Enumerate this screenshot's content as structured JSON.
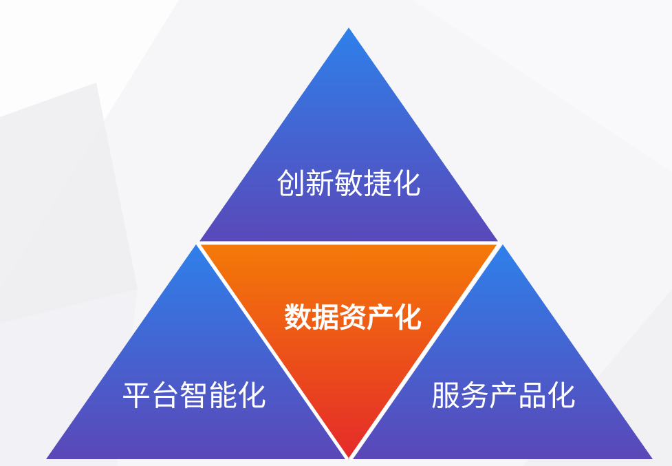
{
  "diagram": {
    "segments": {
      "top": {
        "label": "创新敏捷化"
      },
      "center": {
        "label": "数据资产化"
      },
      "left": {
        "label": "平台智能化"
      },
      "right": {
        "label": "服务产品化"
      }
    }
  },
  "colors": {
    "background": "#f7f7f9",
    "blue_top": "#2e80ea",
    "blue_bottom": "#5b47b8",
    "orange_top": "#f47a08",
    "red_bottom": "#e52a2a",
    "text": "#ffffff",
    "divider": "#ffffff"
  }
}
